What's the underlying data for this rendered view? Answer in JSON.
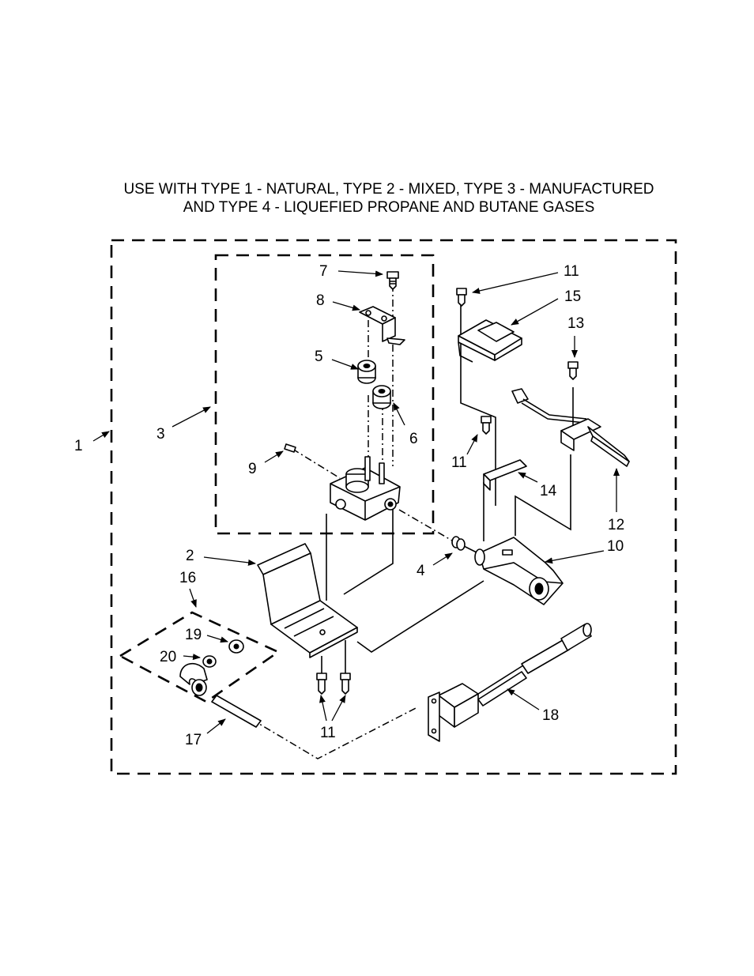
{
  "title": {
    "line1": "USE WITH TYPE 1 - NATURAL, TYPE 2 - MIXED, TYPE 3 - MANUFACTURED",
    "line2": "AND TYPE 4 - LIQUEFIED PROPANE AND BUTANE GASES"
  },
  "callouts": {
    "c1": "1",
    "c2": "2",
    "c3": "3",
    "c4": "4",
    "c5": "5",
    "c6": "6",
    "c7": "7",
    "c8": "8",
    "c9": "9",
    "c10": "10",
    "c11a": "11",
    "c11b": "11",
    "c11c": "11",
    "c12": "12",
    "c13": "13",
    "c14": "14",
    "c15": "15",
    "c16": "16",
    "c17": "17",
    "c18": "18",
    "c19": "19",
    "c20": "20"
  }
}
